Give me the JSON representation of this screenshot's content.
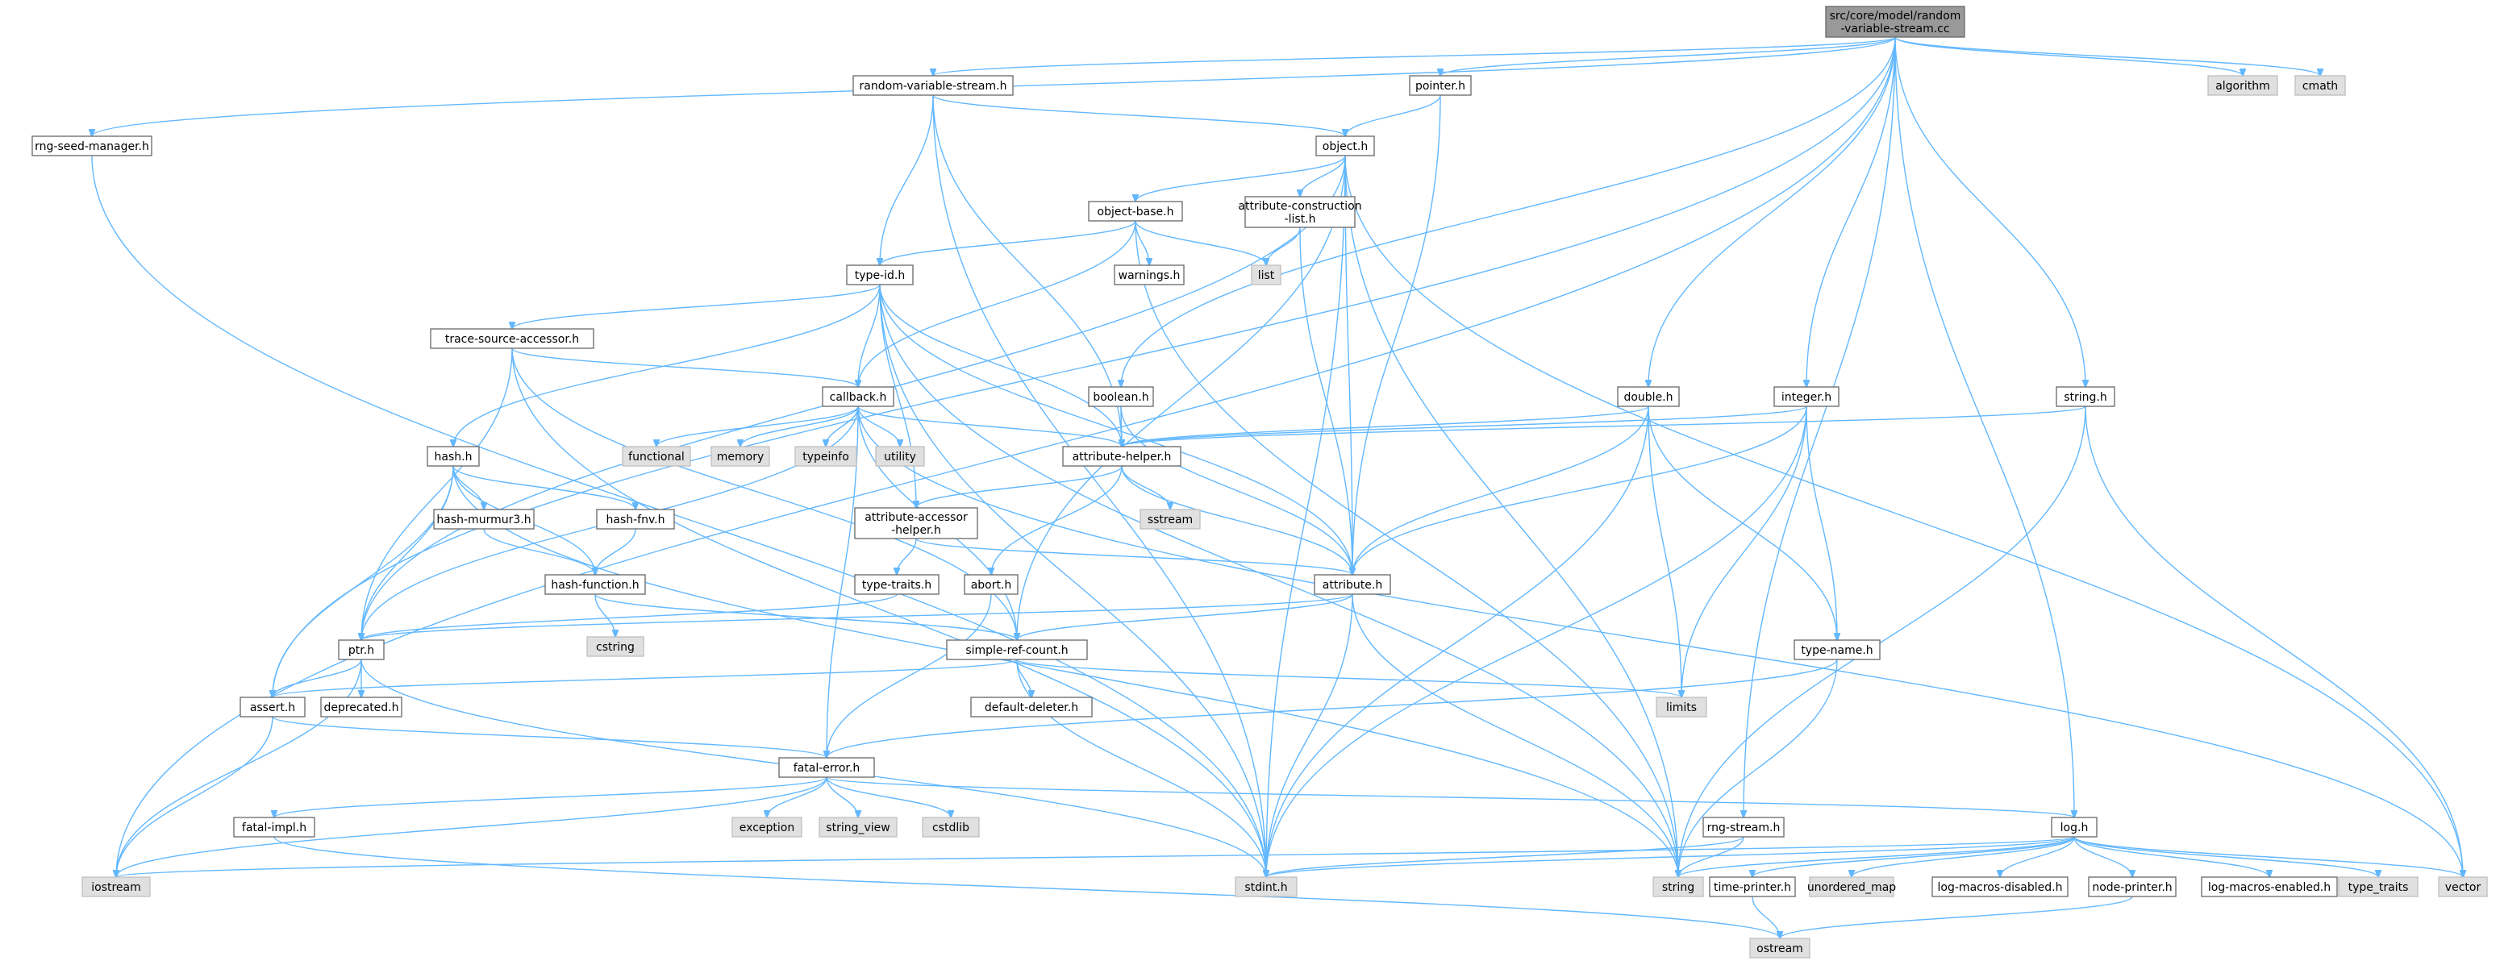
{
  "colors": {
    "edge": "#63b8ff",
    "node_border": "#666666",
    "system_fill": "#e0e0e0",
    "root_fill": "#999999"
  },
  "nodes": [
    {
      "id": "root",
      "label": "src/core/model/random\n-variable-stream.cc",
      "kind": "root"
    },
    {
      "id": "rvs",
      "label": "random-variable-stream.h",
      "kind": "normal"
    },
    {
      "id": "pointer",
      "label": "pointer.h",
      "kind": "normal"
    },
    {
      "id": "algorithm",
      "label": "algorithm",
      "kind": "system"
    },
    {
      "id": "cmath",
      "label": "cmath",
      "kind": "system"
    },
    {
      "id": "rngseed",
      "label": "rng-seed-manager.h",
      "kind": "normal"
    },
    {
      "id": "object",
      "label": "object.h",
      "kind": "normal"
    },
    {
      "id": "objectbase",
      "label": "object-base.h",
      "kind": "normal"
    },
    {
      "id": "attrcons",
      "label": "attribute-construction\n-list.h",
      "kind": "normal"
    },
    {
      "id": "list",
      "label": "list",
      "kind": "system"
    },
    {
      "id": "warnings",
      "label": "warnings.h",
      "kind": "normal"
    },
    {
      "id": "typeid",
      "label": "type-id.h",
      "kind": "normal"
    },
    {
      "id": "tsa",
      "label": "trace-source-accessor.h",
      "kind": "normal"
    },
    {
      "id": "callback",
      "label": "callback.h",
      "kind": "normal"
    },
    {
      "id": "boolean",
      "label": "boolean.h",
      "kind": "normal"
    },
    {
      "id": "double",
      "label": "double.h",
      "kind": "normal"
    },
    {
      "id": "integer",
      "label": "integer.h",
      "kind": "normal"
    },
    {
      "id": "stringh",
      "label": "string.h",
      "kind": "normal"
    },
    {
      "id": "hash",
      "label": "hash.h",
      "kind": "normal"
    },
    {
      "id": "functional",
      "label": "functional",
      "kind": "system"
    },
    {
      "id": "memory",
      "label": "memory",
      "kind": "system"
    },
    {
      "id": "typeinfo",
      "label": "typeinfo",
      "kind": "system"
    },
    {
      "id": "utility",
      "label": "utility",
      "kind": "system"
    },
    {
      "id": "attrhelper",
      "label": "attribute-helper.h",
      "kind": "normal"
    },
    {
      "id": "sstream",
      "label": "sstream",
      "kind": "system"
    },
    {
      "id": "murmur",
      "label": "hash-murmur3.h",
      "kind": "normal"
    },
    {
      "id": "fnv",
      "label": "hash-fnv.h",
      "kind": "normal"
    },
    {
      "id": "attracc",
      "label": "attribute-accessor\n-helper.h",
      "kind": "normal"
    },
    {
      "id": "hashfn",
      "label": "hash-function.h",
      "kind": "normal"
    },
    {
      "id": "typetraitsh",
      "label": "type-traits.h",
      "kind": "normal"
    },
    {
      "id": "abort",
      "label": "abort.h",
      "kind": "normal"
    },
    {
      "id": "attribute",
      "label": "attribute.h",
      "kind": "normal"
    },
    {
      "id": "cstring",
      "label": "cstring",
      "kind": "system"
    },
    {
      "id": "ptr",
      "label": "ptr.h",
      "kind": "normal"
    },
    {
      "id": "src",
      "label": "simple-ref-count.h",
      "kind": "normal"
    },
    {
      "id": "typename",
      "label": "type-name.h",
      "kind": "normal"
    },
    {
      "id": "assert",
      "label": "assert.h",
      "kind": "normal"
    },
    {
      "id": "deprecated",
      "label": "deprecated.h",
      "kind": "normal"
    },
    {
      "id": "deleter",
      "label": "default-deleter.h",
      "kind": "normal"
    },
    {
      "id": "limits",
      "label": "limits",
      "kind": "system"
    },
    {
      "id": "fatal",
      "label": "fatal-error.h",
      "kind": "normal"
    },
    {
      "id": "fatalimpl",
      "label": "fatal-impl.h",
      "kind": "normal"
    },
    {
      "id": "exception",
      "label": "exception",
      "kind": "system"
    },
    {
      "id": "stringview",
      "label": "string_view",
      "kind": "system"
    },
    {
      "id": "cstdlib",
      "label": "cstdlib",
      "kind": "system"
    },
    {
      "id": "rngstream",
      "label": "rng-stream.h",
      "kind": "normal"
    },
    {
      "id": "log",
      "label": "log.h",
      "kind": "normal"
    },
    {
      "id": "iostream",
      "label": "iostream",
      "kind": "system"
    },
    {
      "id": "stdint",
      "label": "stdint.h",
      "kind": "system"
    },
    {
      "id": "string",
      "label": "string",
      "kind": "system"
    },
    {
      "id": "timeprinter",
      "label": "time-printer.h",
      "kind": "normal"
    },
    {
      "id": "umap",
      "label": "unordered_map",
      "kind": "system"
    },
    {
      "id": "lmd",
      "label": "log-macros-disabled.h",
      "kind": "normal"
    },
    {
      "id": "nodeprinter",
      "label": "node-printer.h",
      "kind": "normal"
    },
    {
      "id": "lme",
      "label": "log-macros-enabled.h",
      "kind": "normal"
    },
    {
      "id": "typetraits",
      "label": "type_traits",
      "kind": "system"
    },
    {
      "id": "vector",
      "label": "vector",
      "kind": "system"
    },
    {
      "id": "ostream",
      "label": "ostream",
      "kind": "system"
    }
  ],
  "edges": [
    [
      "root",
      "rvs"
    ],
    [
      "root",
      "pointer"
    ],
    [
      "root",
      "algorithm"
    ],
    [
      "root",
      "cmath"
    ],
    [
      "root",
      "rngseed"
    ],
    [
      "root",
      "iostream"
    ],
    [
      "root",
      "assert"
    ],
    [
      "root",
      "boolean"
    ],
    [
      "root",
      "double"
    ],
    [
      "root",
      "integer"
    ],
    [
      "root",
      "stringh"
    ],
    [
      "root",
      "log"
    ],
    [
      "root",
      "rngstream"
    ],
    [
      "rvs",
      "object"
    ],
    [
      "rvs",
      "typeid"
    ],
    [
      "rvs",
      "attrhelper"
    ],
    [
      "rvs",
      "stdint"
    ],
    [
      "pointer",
      "object"
    ],
    [
      "pointer",
      "attribute"
    ],
    [
      "rngseed",
      "stdint"
    ],
    [
      "object",
      "objectbase"
    ],
    [
      "object",
      "attrcons"
    ],
    [
      "object",
      "ptr"
    ],
    [
      "object",
      "src"
    ],
    [
      "object",
      "attribute"
    ],
    [
      "object",
      "stdint"
    ],
    [
      "object",
      "string"
    ],
    [
      "object",
      "vector"
    ],
    [
      "objectbase",
      "typeid"
    ],
    [
      "objectbase",
      "warnings"
    ],
    [
      "objectbase",
      "list"
    ],
    [
      "objectbase",
      "callback"
    ],
    [
      "objectbase",
      "string"
    ],
    [
      "attrcons",
      "list"
    ],
    [
      "attrcons",
      "attribute"
    ],
    [
      "typeid",
      "tsa"
    ],
    [
      "typeid",
      "callback"
    ],
    [
      "typeid",
      "hash"
    ],
    [
      "typeid",
      "attrhelper"
    ],
    [
      "typeid",
      "attracc"
    ],
    [
      "typeid",
      "attribute"
    ],
    [
      "typeid",
      "stdint"
    ],
    [
      "typeid",
      "string"
    ],
    [
      "tsa",
      "callback"
    ],
    [
      "tsa",
      "ptr"
    ],
    [
      "tsa",
      "src"
    ],
    [
      "tsa",
      "stdint"
    ],
    [
      "callback",
      "functional"
    ],
    [
      "callback",
      "memory"
    ],
    [
      "callback",
      "typeinfo"
    ],
    [
      "callback",
      "utility"
    ],
    [
      "callback",
      "attrhelper"
    ],
    [
      "callback",
      "ptr"
    ],
    [
      "callback",
      "fatal"
    ],
    [
      "callback",
      "src"
    ],
    [
      "callback",
      "vector"
    ],
    [
      "boolean",
      "attrhelper"
    ],
    [
      "boolean",
      "attribute"
    ],
    [
      "double",
      "attrhelper"
    ],
    [
      "double",
      "attribute"
    ],
    [
      "double",
      "typename"
    ],
    [
      "double",
      "limits"
    ],
    [
      "double",
      "stdint"
    ],
    [
      "integer",
      "attrhelper"
    ],
    [
      "integer",
      "attribute"
    ],
    [
      "integer",
      "typename"
    ],
    [
      "integer",
      "limits"
    ],
    [
      "integer",
      "stdint"
    ],
    [
      "stringh",
      "attrhelper"
    ],
    [
      "stringh",
      "string"
    ],
    [
      "stringh",
      "vector"
    ],
    [
      "hash",
      "murmur"
    ],
    [
      "hash",
      "fnv"
    ],
    [
      "hash",
      "hashfn"
    ],
    [
      "hash",
      "ptr"
    ],
    [
      "hash",
      "assert"
    ],
    [
      "hash",
      "string"
    ],
    [
      "attrhelper",
      "sstream"
    ],
    [
      "attrhelper",
      "attracc"
    ],
    [
      "attrhelper",
      "abort"
    ],
    [
      "attrhelper",
      "attribute"
    ],
    [
      "murmur",
      "hashfn"
    ],
    [
      "fnv",
      "hashfn"
    ],
    [
      "attracc",
      "typetraitsh"
    ],
    [
      "attracc",
      "attribute"
    ],
    [
      "hashfn",
      "cstring"
    ],
    [
      "hashfn",
      "src"
    ],
    [
      "typetraitsh",
      "ptr"
    ],
    [
      "abort",
      "fatal"
    ],
    [
      "attribute",
      "ptr"
    ],
    [
      "attribute",
      "src"
    ],
    [
      "attribute",
      "string"
    ],
    [
      "attribute",
      "stdint"
    ],
    [
      "ptr",
      "assert"
    ],
    [
      "ptr",
      "deprecated"
    ],
    [
      "ptr",
      "iostream"
    ],
    [
      "ptr",
      "stdint"
    ],
    [
      "src",
      "assert"
    ],
    [
      "src",
      "deleter"
    ],
    [
      "src",
      "limits"
    ],
    [
      "src",
      "stdint"
    ],
    [
      "typename",
      "fatal"
    ],
    [
      "typename",
      "string"
    ],
    [
      "assert",
      "fatal"
    ],
    [
      "assert",
      "iostream"
    ],
    [
      "fatal",
      "fatalimpl"
    ],
    [
      "fatal",
      "exception"
    ],
    [
      "fatal",
      "stringview"
    ],
    [
      "fatal",
      "cstdlib"
    ],
    [
      "fatal",
      "log"
    ],
    [
      "fatal",
      "iostream"
    ],
    [
      "fatalimpl",
      "ostream"
    ],
    [
      "rngstream",
      "stdint"
    ],
    [
      "rngstream",
      "string"
    ],
    [
      "log",
      "iostream"
    ],
    [
      "log",
      "stdint"
    ],
    [
      "log",
      "string"
    ],
    [
      "log",
      "timeprinter"
    ],
    [
      "log",
      "umap"
    ],
    [
      "log",
      "lmd"
    ],
    [
      "log",
      "nodeprinter"
    ],
    [
      "log",
      "lme"
    ],
    [
      "log",
      "typetraits"
    ],
    [
      "log",
      "vector"
    ],
    [
      "timeprinter",
      "ostream"
    ],
    [
      "nodeprinter",
      "ostream"
    ]
  ]
}
